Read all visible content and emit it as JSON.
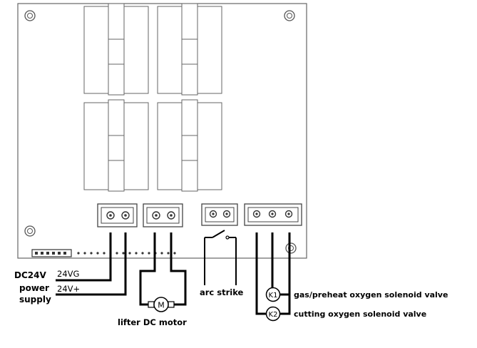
{
  "labels": {
    "supply_line1": "DC24V",
    "supply_line2": "power",
    "supply_line3": "supply",
    "wire_24vg": "24VG",
    "wire_24vplus": "24V+",
    "motor_symbol": "M",
    "motor_label": "lifter DC motor",
    "arc_label": "arc strike",
    "k1_symbol": "K1",
    "k1_label": "gas/preheat oxygen solenoid valve",
    "k2_symbol": "K2",
    "k2_label": "cutting oxygen solenoid valve"
  }
}
